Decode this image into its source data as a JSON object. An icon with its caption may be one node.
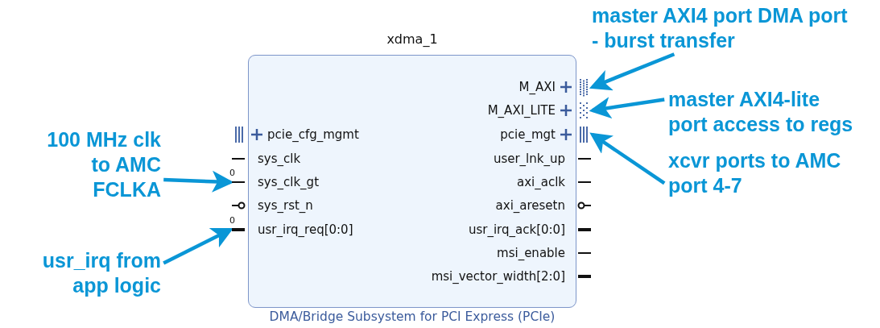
{
  "diagram": {
    "nodes": [
      {
        "text": [
          "xdma_1",
          "DMA/Bridge Subsystem for PCI Express (PCIe)"
        ]
      },
      {
        "text": [
          "pcie_cfg_mgmt"
        ],
        "in": 0
      },
      {
        "text": [
          "sys_clk"
        ],
        "in": 0
      },
      {
        "text": [
          "sys_clk_gt"
        ],
        "in": 0,
        "beside": [
          "0"
        ]
      },
      {
        "text": [
          "sys_rst_n"
        ],
        "in": 0
      },
      {
        "text": [
          "usr_irq_req[0:0]"
        ],
        "in": 0,
        "beside": [
          "0"
        ]
      },
      {
        "text": [
          "M_AXI"
        ],
        "in": 0
      },
      {
        "text": [
          "M_AXI_LITE"
        ],
        "in": 0
      },
      {
        "text": [
          "pcie_mgt"
        ],
        "in": 0
      },
      {
        "text": [
          "user_lnk_up"
        ],
        "in": 0
      },
      {
        "text": [
          "axi_aclk"
        ],
        "in": 0
      },
      {
        "text": [
          "axi_aresetn"
        ],
        "in": 0
      },
      {
        "text": [
          "usr_irq_ack[0:0]"
        ],
        "in": 0
      },
      {
        "text": [
          "msi_enable"
        ],
        "in": 0
      },
      {
        "text": [
          "msi_vector_width[2:0]"
        ],
        "in": 0
      },
      {
        "text": [
          "master AXI4 port DMA port - burst transfer"
        ]
      },
      {
        "text": [
          "master AXI4-lite port access to regs"
        ]
      },
      {
        "text": [
          "100 MHz clk to AMC FCLKA"
        ]
      },
      {
        "text": [
          "xcvr ports to AMC port 4-7"
        ]
      },
      {
        "text": [
          "usr_irq from app logic"
        ]
      }
    ],
    "edges": [
      {
        "from": 15,
        "to": 6,
        "arrow": "to"
      },
      {
        "from": 16,
        "to": 7,
        "arrow": "to"
      },
      {
        "from": 17,
        "to": 3,
        "arrow": "to"
      },
      {
        "from": 18,
        "to": 8,
        "arrow": "to"
      },
      {
        "from": 19,
        "to": 5,
        "arrow": "to"
      }
    ]
  }
}
